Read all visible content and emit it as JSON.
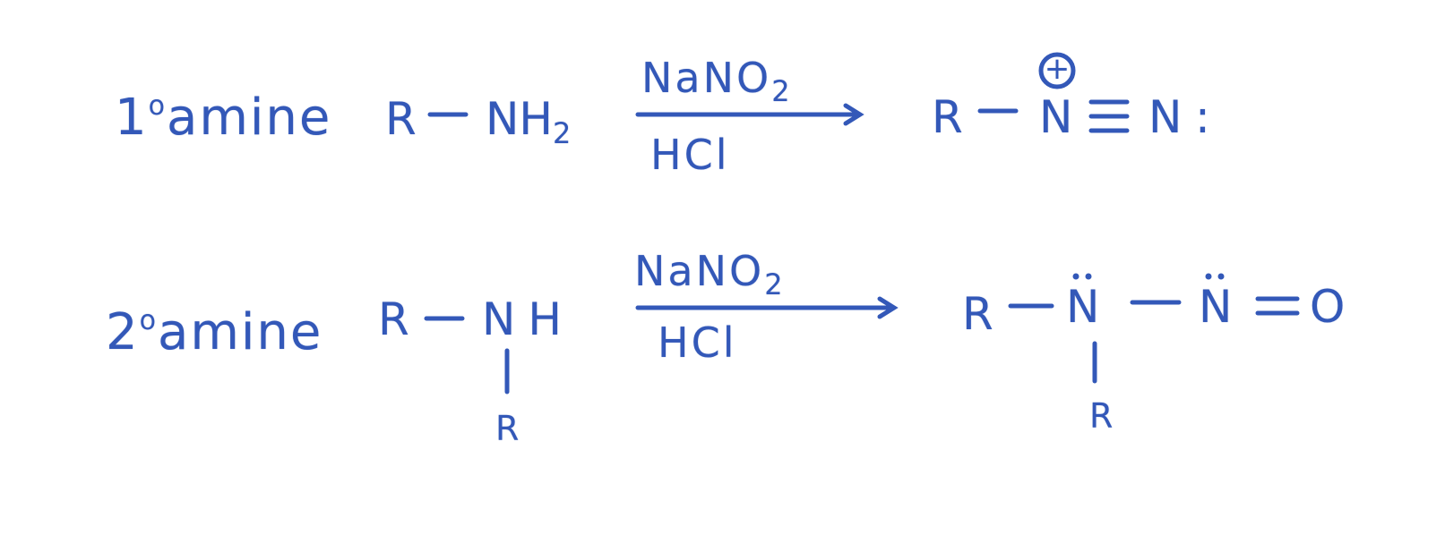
{
  "reaction1": {
    "label_num": "1",
    "label_deg": "o",
    "label_text": "amine",
    "reactant_r": "R",
    "reactant_n": "NH",
    "reactant_sub": "2",
    "reagent_top": "NaNO",
    "reagent_top_sub": "2",
    "reagent_bottom": "HCl",
    "product_r": "R",
    "product_n1": "N",
    "product_n2": "N",
    "product_charge": "+",
    "product_colon": ":"
  },
  "reaction2": {
    "label_num": "2",
    "label_deg": "o",
    "label_text": "amine",
    "reactant_r": "R",
    "reactant_nh": "NH",
    "reactant_r_below": "R",
    "reagent_top": "NaNO",
    "reagent_top_sub": "2",
    "reagent_bottom": "HCl",
    "product_r": "R",
    "product_n1": "N",
    "product_n2": "N",
    "product_o": "O",
    "product_r_below": "R"
  },
  "ink_color": "#3358b8"
}
